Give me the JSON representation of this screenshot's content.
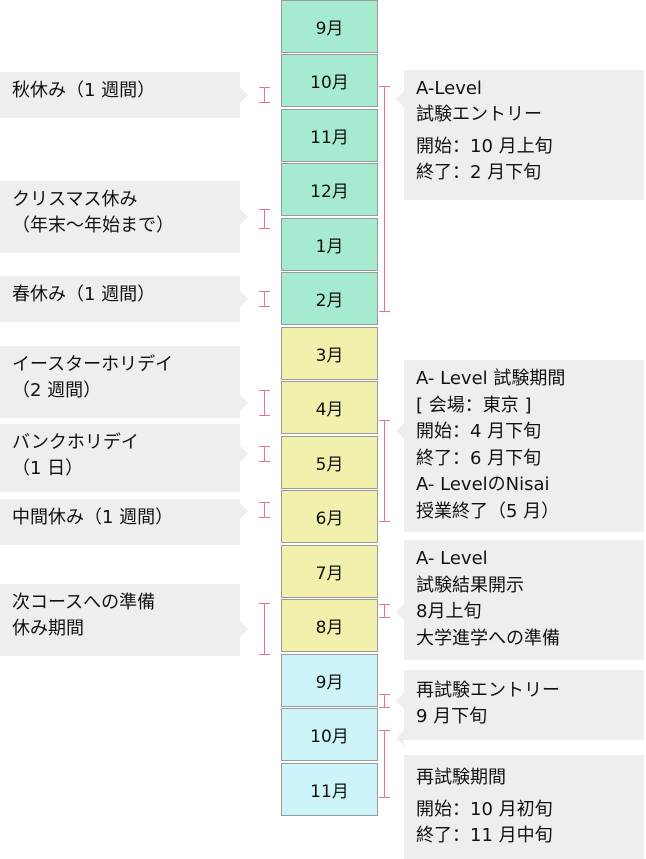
{
  "months": [
    "9月",
    "10月",
    "11月",
    "12月",
    "1月",
    "2月",
    "3月",
    "4月",
    "5月",
    "6月",
    "7月",
    "8月",
    "9月",
    "10月",
    "11月"
  ],
  "left_boxes": [
    {
      "lines": [
        "秋休み（1 週間）"
      ]
    },
    {
      "lines": [
        "クリスマス休み",
        "（年末〜年始まで）"
      ]
    },
    {
      "lines": [
        "春休み（1 週間）"
      ]
    },
    {
      "lines": [
        "イースターホリデイ",
        "（2 週間）"
      ]
    },
    {
      "lines": [
        "バンクホリデイ",
        "（1 日）"
      ]
    },
    {
      "lines": [
        "中間休み（1 週間）"
      ]
    },
    {
      "lines": [
        "次コースへの準備",
        "休み期間"
      ]
    }
  ],
  "right_boxes": [
    {
      "lines": [
        "A-Level",
        "試験エントリー",
        "開始：10 月上旬",
        "終了：2 月下旬"
      ]
    },
    {
      "lines": [
        "A- Level 試験期間",
        "[ 会場：東京 ]",
        "開始：4 月下旬",
        "終了：6 月下旬",
        "A- LevelのNisai",
        "授業終了（5 月）"
      ]
    },
    {
      "lines": [
        "A- Level",
        "試験結果開示",
        "8月上旬",
        "大学進学への準備"
      ]
    },
    {
      "lines": [
        "再試験エントリー",
        "9 月下旬"
      ]
    },
    {
      "lines": [
        "再試験期間",
        "開始：10 月初旬",
        "終了：11 月中旬"
      ]
    }
  ],
  "colors": {
    "autumn_winter": "#a6ead0",
    "spring_summer": "#f1f0ad",
    "retake": "#cdf4f8",
    "bracket": "#e2739a",
    "box": "#eeeeee"
  }
}
